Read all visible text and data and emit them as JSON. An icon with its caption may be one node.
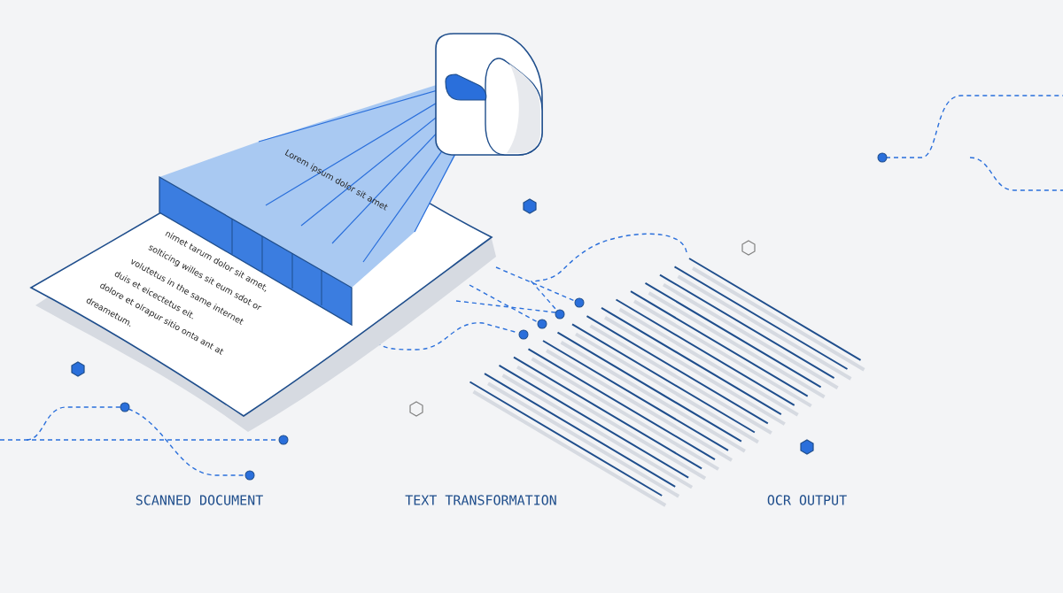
{
  "diagram": {
    "labels": [
      "Lorem ipsum dolor sit amet",
      "nimet tarum dolor sit amet,",
      "solticing willes sit eum sdot or",
      "volutetus in the same internet",
      "duis et eicectetus eit.",
      "dolore et olrapur sitio onta ant at",
      "dreametum.",
      "SCANNED DOCUMENT",
      "TEXT TRANSFORMATION",
      "OCR OUTPUT"
    ]
  }
}
